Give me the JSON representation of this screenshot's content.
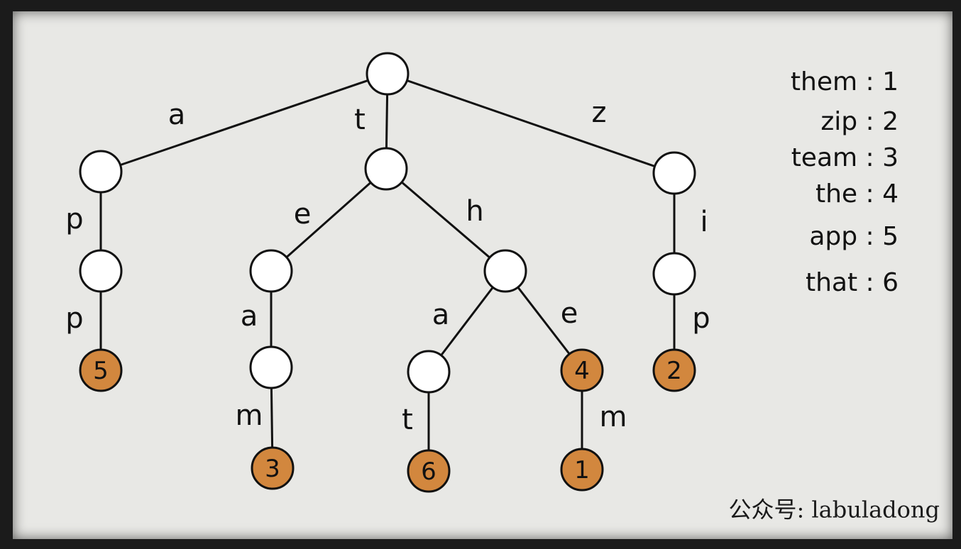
{
  "trie": {
    "nodes": [
      {
        "id": "root",
        "value": ""
      },
      {
        "id": "a",
        "value": ""
      },
      {
        "id": "t",
        "value": ""
      },
      {
        "id": "z",
        "value": ""
      },
      {
        "id": "ap",
        "value": ""
      },
      {
        "id": "app",
        "value": "5"
      },
      {
        "id": "te",
        "value": ""
      },
      {
        "id": "tea",
        "value": ""
      },
      {
        "id": "team",
        "value": "3"
      },
      {
        "id": "th",
        "value": ""
      },
      {
        "id": "tha",
        "value": ""
      },
      {
        "id": "that",
        "value": "6"
      },
      {
        "id": "the",
        "value": "4"
      },
      {
        "id": "them",
        "value": "1"
      },
      {
        "id": "zi",
        "value": ""
      },
      {
        "id": "zip",
        "value": "2"
      }
    ],
    "edges": [
      {
        "from": "root",
        "to": "a",
        "char": "a"
      },
      {
        "from": "root",
        "to": "t",
        "char": "t"
      },
      {
        "from": "root",
        "to": "z",
        "char": "z"
      },
      {
        "from": "a",
        "to": "ap",
        "char": "p"
      },
      {
        "from": "ap",
        "to": "app",
        "char": "p"
      },
      {
        "from": "t",
        "to": "te",
        "char": "e"
      },
      {
        "from": "t",
        "to": "th",
        "char": "h"
      },
      {
        "from": "te",
        "to": "tea",
        "char": "a"
      },
      {
        "from": "tea",
        "to": "team",
        "char": "m"
      },
      {
        "from": "th",
        "to": "tha",
        "char": "a"
      },
      {
        "from": "th",
        "to": "the",
        "char": "e"
      },
      {
        "from": "tha",
        "to": "that",
        "char": "t"
      },
      {
        "from": "the",
        "to": "them",
        "char": "m"
      },
      {
        "from": "z",
        "to": "zi",
        "char": "i"
      },
      {
        "from": "zi",
        "to": "zip",
        "char": "p"
      }
    ]
  },
  "legend": [
    {
      "text": "them : 1"
    },
    {
      "text": "zip : 2"
    },
    {
      "text": "team : 3"
    },
    {
      "text": "the : 4"
    },
    {
      "text": "app : 5"
    },
    {
      "text": "that : 6"
    }
  ],
  "watermark": "公众号: labuladong",
  "colors": {
    "end_node_fill": "#d2873e",
    "node_fill": "#ffffff",
    "background": "#e8e8e5"
  }
}
